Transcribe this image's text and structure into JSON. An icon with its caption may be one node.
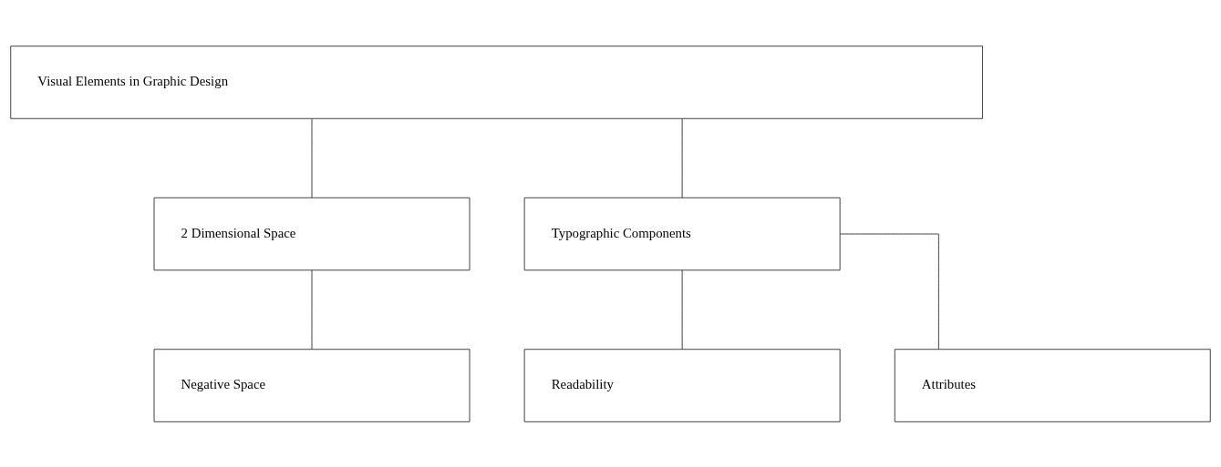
{
  "diagram": {
    "nodes": [
      {
        "text": [
          "Visual Elements in Graphic Design"
        ]
      },
      {
        "text": [
          "2 Dimensional Space"
        ]
      },
      {
        "text": [
          "Typographic Components"
        ]
      },
      {
        "text": [
          "Negative Space"
        ]
      },
      {
        "text": [
          "Readability"
        ]
      },
      {
        "text": [
          "Attributes"
        ]
      }
    ],
    "edges": [
      {
        "from": 0,
        "to": 1,
        "arrow": "none"
      },
      {
        "from": 0,
        "to": 2,
        "arrow": "none"
      },
      {
        "from": 1,
        "to": 3,
        "arrow": "none"
      },
      {
        "from": 2,
        "to": 4,
        "arrow": "none"
      },
      {
        "from": 2,
        "to": 5,
        "arrow": "none"
      }
    ]
  }
}
